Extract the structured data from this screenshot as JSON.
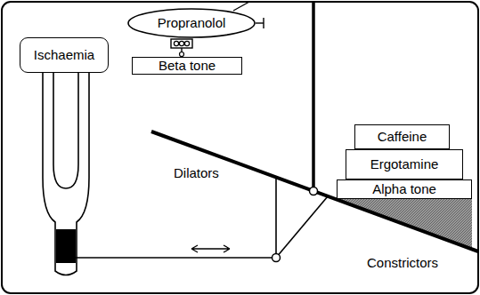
{
  "diagram": {
    "nodes": [
      {
        "text": [
          "Ischaemia"
        ]
      },
      {
        "text": [
          "Propranolol"
        ]
      },
      {
        "text": [
          "Beta tone"
        ]
      },
      {
        "text": [
          "Caffeine"
        ]
      },
      {
        "text": [
          "Ergotamine"
        ]
      },
      {
        "text": [
          "Alpha tone"
        ]
      }
    ],
    "edges": [
      {
        "from": 1,
        "to": 2,
        "arrow": "none"
      }
    ],
    "labels": [
      "Dilators",
      "Constrictors"
    ]
  }
}
